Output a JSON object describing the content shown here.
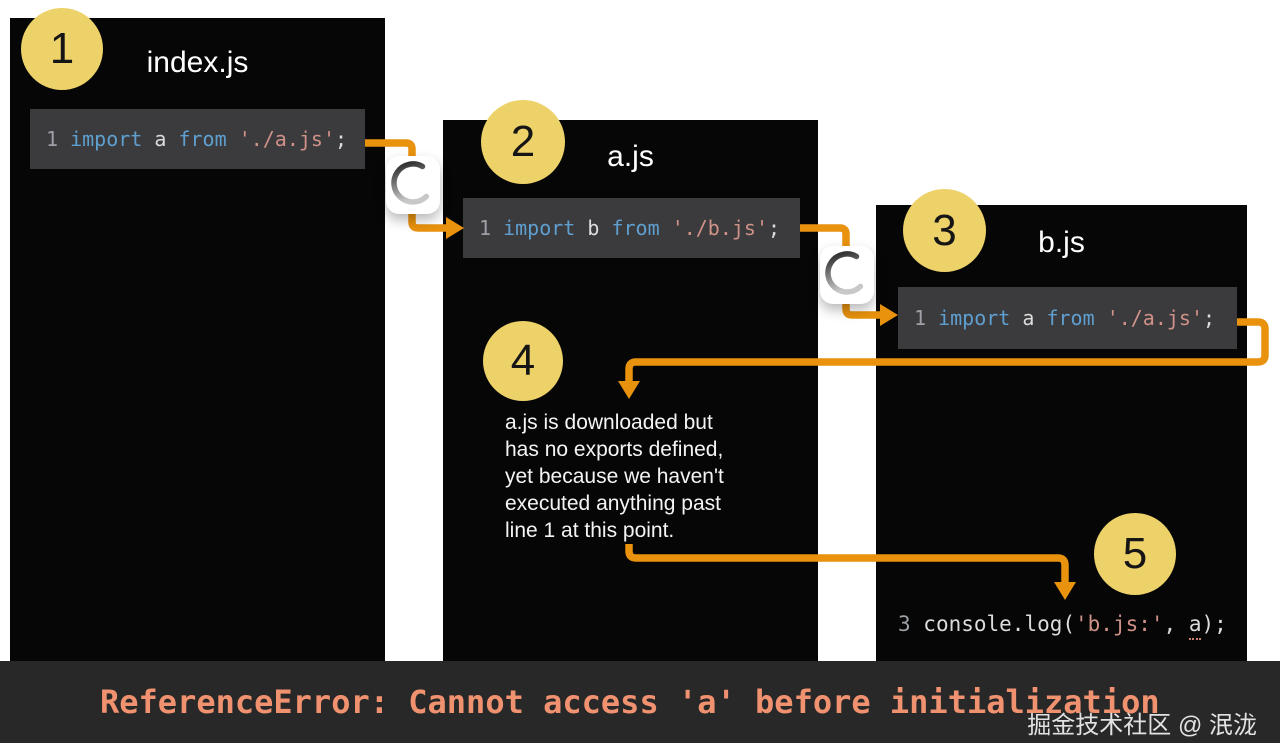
{
  "colors": {
    "accent_orange": "#E8920E",
    "step_circle_yellow": "#EDD169",
    "panel_background": "#060606",
    "code_block_background": "#3B3B3D",
    "keyword_blue": "#5F9FD0",
    "string_salmon": "#CF9188",
    "line_number_gray": "#9DA0A6",
    "code_text": "#DCDCDC",
    "error_bar_background": "#282828",
    "error_text_salmon": "#F0926F"
  },
  "icons": {
    "loading_spinner": "circular-arc-loading-spinner",
    "flow_arrow": "orange-right-angle-flow-arrow"
  },
  "steps": [
    "1",
    "2",
    "3",
    "4",
    "5"
  ],
  "panels": {
    "index": {
      "title": "index.js",
      "code": {
        "tokens": [
          {
            "c": "ln",
            "t": "1 "
          },
          {
            "c": "kw",
            "t": "import"
          },
          {
            "c": "pl",
            "t": " a "
          },
          {
            "c": "kw",
            "t": "from"
          },
          {
            "c": "pl",
            "t": " "
          },
          {
            "c": "str",
            "t": "'./a.js'"
          },
          {
            "c": "pl",
            "t": ";"
          }
        ]
      }
    },
    "a": {
      "title": "a.js",
      "code": {
        "tokens": [
          {
            "c": "ln",
            "t": "1 "
          },
          {
            "c": "kw",
            "t": "import"
          },
          {
            "c": "pl",
            "t": " b "
          },
          {
            "c": "kw",
            "t": "from"
          },
          {
            "c": "pl",
            "t": " "
          },
          {
            "c": "str",
            "t": "'./b.js'"
          },
          {
            "c": "pl",
            "t": ";"
          }
        ]
      },
      "note_lines": [
        "a.js is downloaded but",
        "has no exports defined,",
        "yet because we haven't",
        "executed anything past",
        "line 1 at this point."
      ]
    },
    "b": {
      "title": "b.js",
      "code": {
        "tokens": [
          {
            "c": "ln",
            "t": "1 "
          },
          {
            "c": "kw",
            "t": "import"
          },
          {
            "c": "pl",
            "t": " a "
          },
          {
            "c": "kw",
            "t": "from"
          },
          {
            "c": "pl",
            "t": " "
          },
          {
            "c": "str",
            "t": "'./a.js'"
          },
          {
            "c": "pl",
            "t": ";"
          }
        ]
      },
      "log": {
        "tokens": [
          {
            "c": "ln",
            "t": "3 "
          },
          {
            "c": "pl",
            "t": "console.log("
          },
          {
            "c": "str",
            "t": "'b.js:'"
          },
          {
            "c": "pl",
            "t": ", "
          },
          {
            "c": "und",
            "t": "a"
          },
          {
            "c": "pl",
            "t": ");"
          }
        ]
      }
    }
  },
  "error_bar": {
    "message": "ReferenceError: Cannot access 'a' before initialization"
  },
  "watermark": {
    "text": "掘金技术社区 @ 泯泷"
  }
}
